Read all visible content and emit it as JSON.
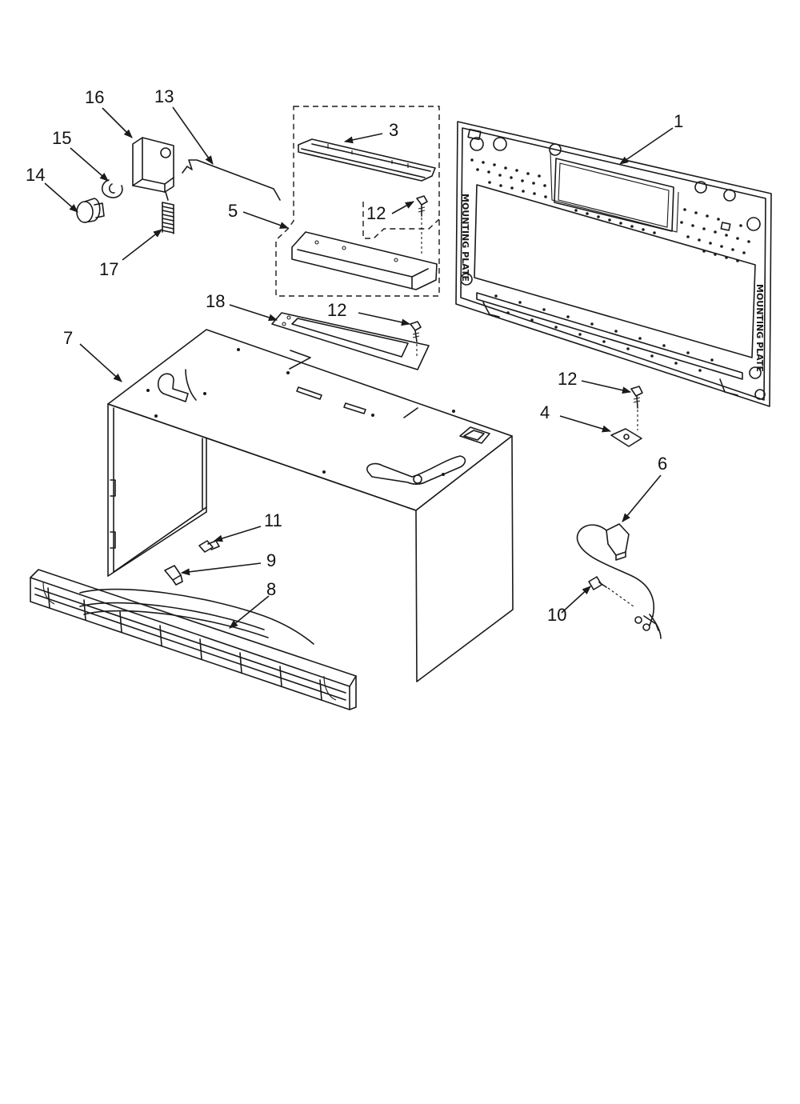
{
  "diagram": {
    "callouts": [
      "1",
      "3",
      "4",
      "5",
      "6",
      "7",
      "8",
      "9",
      "10",
      "11",
      "12",
      "12",
      "12",
      "13",
      "14",
      "15",
      "16",
      "17",
      "18"
    ],
    "plate_label_left": "MOUNTING PLATE",
    "plate_label_right": "MOUNTING PLATE"
  }
}
